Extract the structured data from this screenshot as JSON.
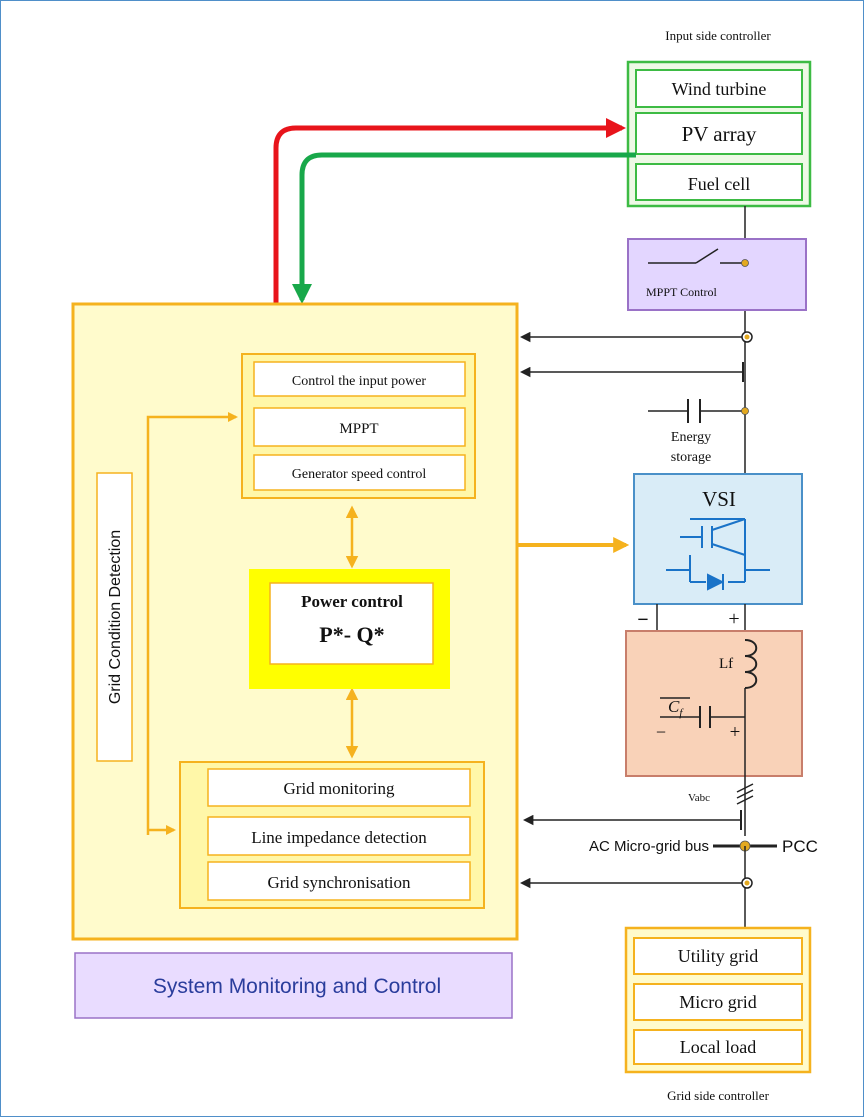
{
  "input_side": {
    "title": "Input side controller",
    "items": [
      "Wind turbine",
      "PV array",
      "Fuel cell"
    ]
  },
  "mppt_box": {
    "label": "MPPT Control"
  },
  "energy_storage": {
    "label_line1": "Energy",
    "label_line2": "storage"
  },
  "vsi": {
    "label": "VSI"
  },
  "filter": {
    "inductor_label": "Lf",
    "capacitor_label": "C",
    "capacitor_sub": "f"
  },
  "polarity": {
    "minus": "−",
    "plus": "+"
  },
  "vabc_label": "Vabc",
  "bus": {
    "ac_label": "AC Micro-grid bus",
    "pcc_label": "PCC"
  },
  "grid_side": {
    "title": "Grid side controller",
    "items": [
      "Utility grid",
      "Micro grid",
      "Local load"
    ]
  },
  "control_block": {
    "grid_condition_label": "Grid Condition Detection",
    "input_group": [
      "Control the input power",
      "MPPT",
      "Generator speed control"
    ],
    "power_control": {
      "title": "Power control",
      "formula": "P*- Q*"
    },
    "grid_group": [
      "Grid monitoring",
      "Line impedance detection",
      "Grid synchronisation"
    ]
  },
  "system_title": "System Monitoring and Control",
  "colors": {
    "frame": "#4f8fc9",
    "green": "#3dbb44",
    "red": "#e8141b",
    "arrow_green": "#18a84a",
    "orange": "#f5b21e",
    "yellow_fill": "#fffbcc",
    "yellow_inner": "#fff7a8",
    "power_yellow": "#ffff00",
    "purple_fill": "#e3d6ff",
    "purple_border": "#9a72c7",
    "vsi_fill": "#d9ecf7",
    "vsi_border": "#4a90c8",
    "filter_fill": "#f9d2b8",
    "filter_border": "#c87e6b",
    "wire": "#222222",
    "node": "#e3a920",
    "title_blue": "#2a3d9c"
  }
}
